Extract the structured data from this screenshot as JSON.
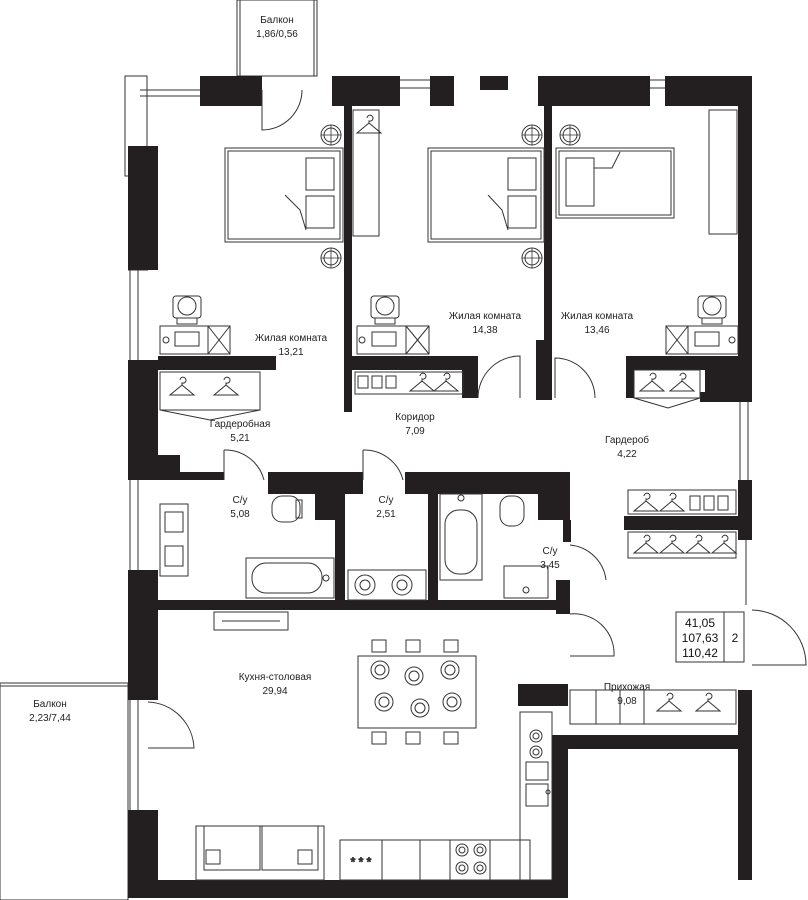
{
  "rooms": [
    {
      "id": "balcony-top",
      "name": "Балкон",
      "area": "1,86/0,56"
    },
    {
      "id": "living-1",
      "name": "Жилая комната",
      "area": "13,21"
    },
    {
      "id": "living-2",
      "name": "Жилая комната",
      "area": "14,38"
    },
    {
      "id": "living-3",
      "name": "Жилая комната",
      "area": "13,46"
    },
    {
      "id": "dressing",
      "name": "Гардеробная",
      "area": "5,21"
    },
    {
      "id": "corridor",
      "name": "Коридор",
      "area": "7,09"
    },
    {
      "id": "wardrobe",
      "name": "Гардероб",
      "area": "4,22"
    },
    {
      "id": "bath-1",
      "name": "С/у",
      "area": "5,08"
    },
    {
      "id": "bath-2",
      "name": "С/у",
      "area": "2,51"
    },
    {
      "id": "bath-3",
      "name": "С/у",
      "area": "3,45"
    },
    {
      "id": "hall",
      "name": "Прихожая",
      "area": "9,08"
    },
    {
      "id": "kitchen",
      "name": "Кухня-столовая",
      "area": "29,94"
    },
    {
      "id": "balcony-left",
      "name": "Балкон",
      "area": "2,23/7,44"
    }
  ],
  "summary": {
    "living_area": "41,05",
    "total_area": "107,63",
    "total_area_with_balconies": "110,42",
    "room_count": "2"
  },
  "colors": {
    "wall": "#231f20",
    "line": "#333333",
    "fill": "#ffffff"
  }
}
